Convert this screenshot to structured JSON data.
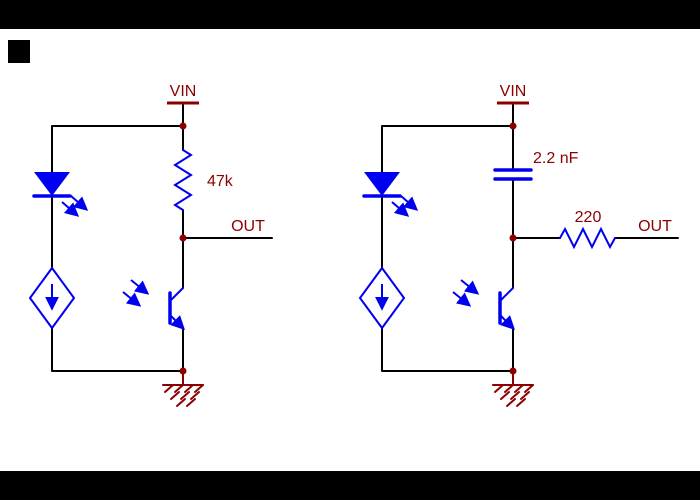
{
  "colors": {
    "background": "#ffffff",
    "letterbox": "#000000",
    "wire": "#000000",
    "device": "#0000f0",
    "rail": "#8b0000",
    "label": "#8b0000"
  },
  "circuits": {
    "left": {
      "power_label": "VIN",
      "pullup_resistor": "47k",
      "output_label": "OUT"
    },
    "right": {
      "power_label": "VIN",
      "capacitor": "2.2 nF",
      "series_resistor": "220",
      "output_label": "OUT"
    }
  }
}
